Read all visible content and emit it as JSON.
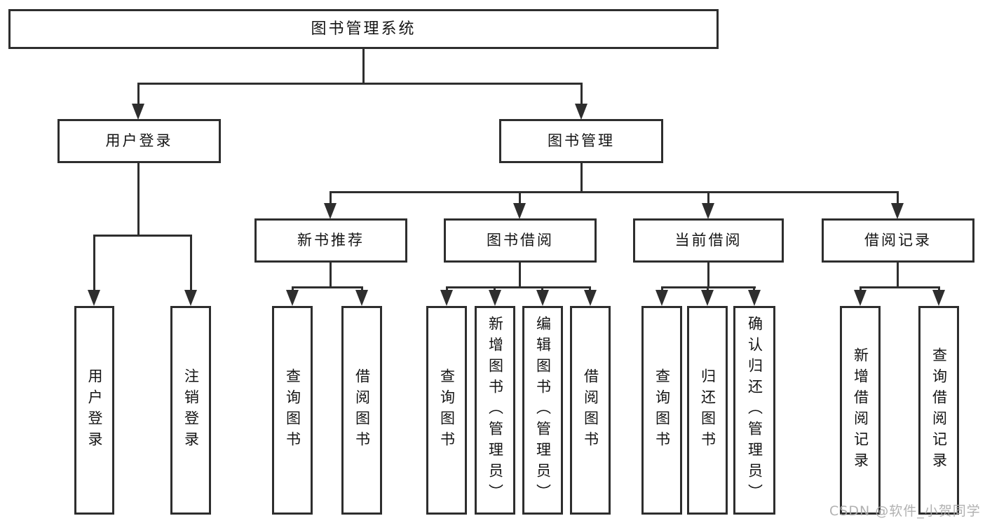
{
  "tree": {
    "label": "图书管理系统",
    "children": [
      {
        "label": "用户登录",
        "children": [
          {
            "label": "用户登录"
          },
          {
            "label": "注销登录"
          }
        ]
      },
      {
        "label": "图书管理",
        "children": [
          {
            "label": "新书推荐",
            "children": [
              {
                "label": "查询图书"
              },
              {
                "label": "借阅图书"
              }
            ]
          },
          {
            "label": "图书借阅",
            "children": [
              {
                "label": "查询图书"
              },
              {
                "label": "新增图书（管理员）"
              },
              {
                "label": "编辑图书（管理员）"
              },
              {
                "label": "借阅图书"
              }
            ]
          },
          {
            "label": "当前借阅",
            "children": [
              {
                "label": "查询图书"
              },
              {
                "label": "归还图书"
              },
              {
                "label": "确认归还（管理员）"
              }
            ]
          },
          {
            "label": "借阅记录",
            "children": [
              {
                "label": "新增借阅记录"
              },
              {
                "label": "查询借阅记录"
              }
            ]
          }
        ]
      }
    ]
  },
  "watermark": {
    "text": "CSDN @软件_小贺同学"
  },
  "colors": {
    "line": "#2e2e2e",
    "box_fill": "#ffffff",
    "text": "#141414",
    "background": "#ffffff",
    "watermark": "#ababab"
  }
}
